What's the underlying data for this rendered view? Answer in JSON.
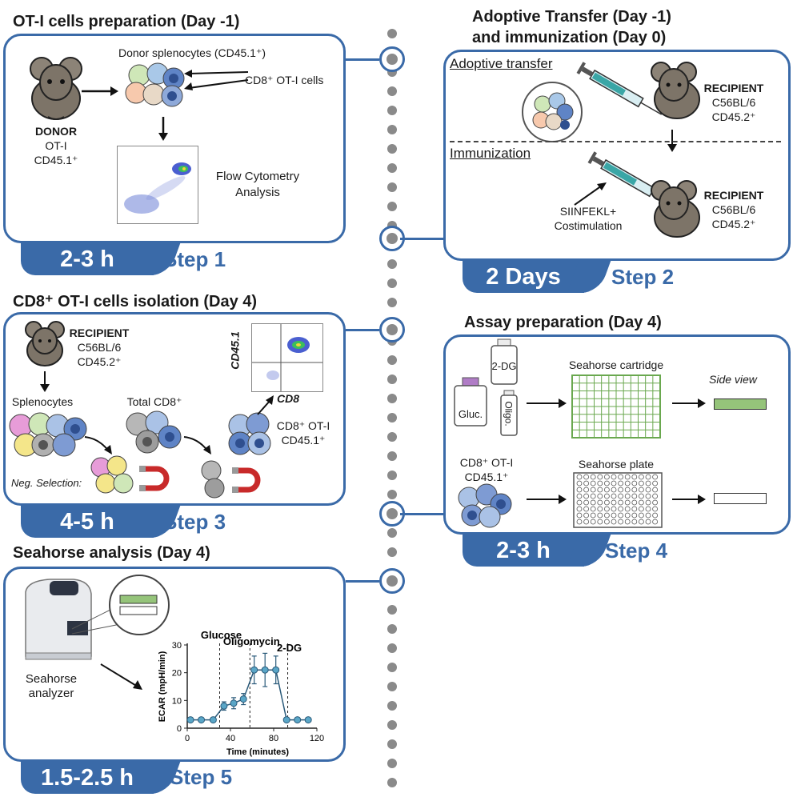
{
  "step1": {
    "title": "OT-I cells preparation (Day -1)",
    "donor_label": "DONOR",
    "donor_strain": "OT-I",
    "donor_marker": "CD45.1⁺",
    "splenocytes_label": "Donor splenocytes (CD45.1⁺)",
    "cells_label": "CD8⁺ OT-I cells",
    "flow_label_1": "Flow Cytometry",
    "flow_label_2": "Analysis",
    "duration": "2-3  h",
    "step_label": "Step 1"
  },
  "step2": {
    "title_1": "Adoptive Transfer (Day -1)",
    "title_2": "and immunization (Day 0)",
    "adoptive_label": "Adoptive transfer",
    "immunization_label": "Immunization",
    "recipient_label": "RECIPIENT",
    "recipient_strain": "C56BL/6",
    "recipient_marker": "CD45.2⁺",
    "antigen_label_1": "SIINFEKL+",
    "antigen_label_2": "Costimulation",
    "duration": "2 Days",
    "step_label": "Step 2"
  },
  "step3": {
    "title": "CD8⁺ OT-I cells isolation (Day 4)",
    "recipient_label": "RECIPIENT",
    "recipient_strain": "C56BL/6",
    "recipient_marker": "CD45.2⁺",
    "splenocytes_label": "Splenocytes",
    "total_cd8_label": "Total CD8⁺",
    "final_label_1": "CD8⁺ OT-I",
    "final_label_2": "CD45.1⁺",
    "neg_selection_label": "Neg. Selection:",
    "axis_y": "CD45.1",
    "axis_x": "CD8",
    "duration": "4-5  h",
    "step_label": "Step 3"
  },
  "step4": {
    "title": "Assay preparation (Day 4)",
    "bottle_2dg": "2-DG",
    "bottle_gluc": "Gluc.",
    "bottle_oligo": "Oligo.",
    "cartridge_label": "Seahorse cartridge",
    "side_view_label": "Side view",
    "cells_label_1": "CD8⁺ OT-I",
    "cells_label_2": "CD45.1⁺",
    "plate_label": "Seahorse plate",
    "duration": "2-3   h",
    "step_label": "Step 4"
  },
  "step5": {
    "title": "Seahorse analysis (Day 4)",
    "analyzer_label_1": "Seahorse",
    "analyzer_label_2": "analyzer",
    "duration": "1.5-2.5 h",
    "step_label": "Step 5"
  },
  "chart_data": {
    "type": "line",
    "xlabel": "Time (minutes)",
    "ylabel": "ECAR (mpH/min)",
    "xlim": [
      0,
      120
    ],
    "ylim": [
      0,
      30
    ],
    "xticks": [
      0,
      40,
      80,
      120
    ],
    "yticks": [
      0,
      10,
      20,
      30
    ],
    "injections": [
      {
        "label": "Glucose",
        "x": 30
      },
      {
        "label": "Oligomycin",
        "x": 58
      },
      {
        "label": "2-DG",
        "x": 93
      }
    ],
    "series": [
      {
        "x": [
          3,
          13,
          24,
          34,
          43,
          52,
          62,
          72,
          82,
          92,
          102,
          112
        ],
        "y": [
          3,
          3,
          3,
          8,
          9,
          10.5,
          21,
          21,
          21,
          3,
          3,
          3
        ],
        "err": [
          0,
          0,
          0,
          1.5,
          2,
          2,
          5,
          6,
          5,
          0,
          0,
          0
        ]
      }
    ],
    "colors": {
      "marker": "#5aa6c7",
      "error": "#2a5a7a"
    }
  }
}
